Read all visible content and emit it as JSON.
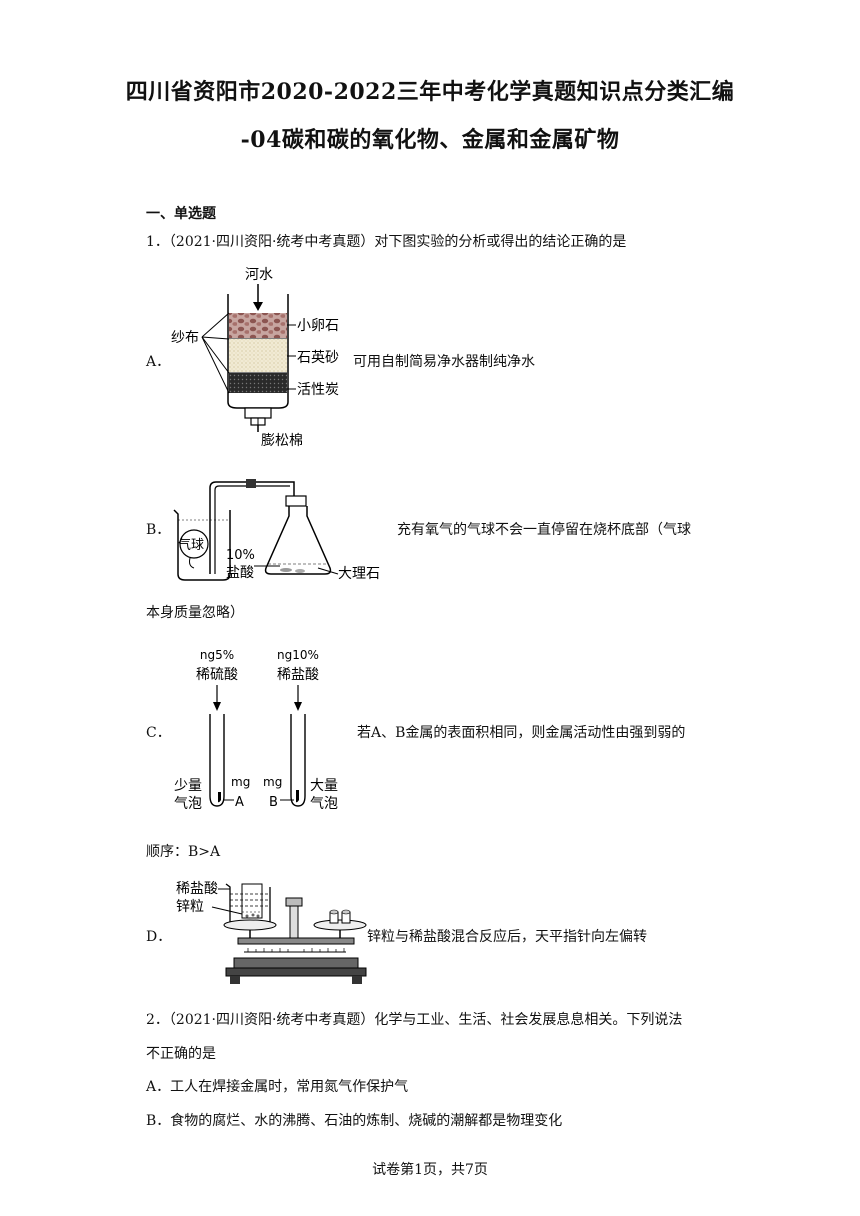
{
  "header": {
    "title_line1": "四川省资阳市2020-2022三年中考化学真题知识点分类汇编",
    "title_line2": "-04碳和碳的氧化物、金属和金属矿物"
  },
  "section": {
    "heading": "一、单选题"
  },
  "q1": {
    "stem": "1．（2021·四川资阳·统考中考真题）对下图实验的分析或得出的结论正确的是",
    "options": {
      "A": {
        "letter": "A．",
        "text": "可用自制简易净水器制纯净水",
        "figure": {
          "top": "河水",
          "layer1": "小卵石",
          "layer2": "石英砂",
          "layer3": "活性炭",
          "left": "纱布",
          "bottom": "膨松棉"
        }
      },
      "B": {
        "letter": "B．",
        "text_line1": "充有氧气的气球不会一直停留在烧杯底部（气球",
        "text_line2": "本身质量忽略）",
        "figure": {
          "balloon": "气球",
          "conc": "10%",
          "acid": "盐酸",
          "solid": "大理石"
        }
      },
      "C": {
        "letter": "C．",
        "text_line1": "若A、B金属的表面积相同，则金属活动性由强到弱的",
        "text_line2": "顺序：B>A",
        "figure": {
          "acid1_amount": "ng5%",
          "acid1_name": "稀硫酸",
          "acid2_amount": "ng10%",
          "acid2_name": "稀盐酸",
          "left_b1": "少量",
          "left_b2": "气泡",
          "mass_a": "mg",
          "metal_a": "A",
          "mass_b": "mg",
          "metal_b": "B",
          "right_b1": "大量",
          "right_b2": "气泡"
        }
      },
      "D": {
        "letter": "D．",
        "text": "锌粒与稀盐酸混合反应后，天平指针向左偏转",
        "figure": {
          "acid": "稀盐酸",
          "zinc": "锌粒"
        }
      }
    }
  },
  "q2": {
    "stem_line1": "2．（2021·四川资阳·统考中考真题）化学与工业、生活、社会发展息息相关。下列说法",
    "stem_line2": "不正确的是",
    "optA": "A．工人在焊接金属时，常用氮气作保护气",
    "optB": "B．食物的腐烂、水的沸腾、石油的炼制、烧碱的潮解都是物理变化"
  },
  "footer": {
    "page": "试卷第1页，共7页"
  }
}
